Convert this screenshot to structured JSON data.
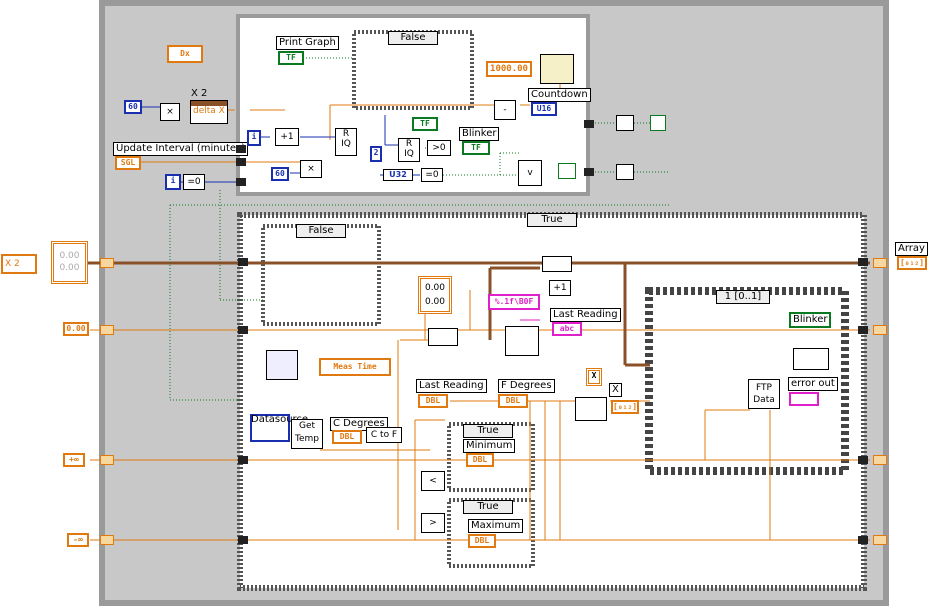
{
  "colors": {
    "frame_gray": "#9a9a9a",
    "wire_orange": "#e07a10",
    "wire_blue": "#1a2fb0",
    "wire_green": "#0a7a20",
    "wire_pink": "#e020c8",
    "wire_brown": "#8a5028"
  },
  "labels": {
    "dx": "Dx",
    "sixty": "60",
    "x2": "X 2",
    "delta_x": "delta X",
    "update_interval": "Update Interval (minutes)",
    "sgl": "SGL",
    "i": "i",
    "x2_ctrl": "X 2",
    "val_0": "0.00",
    "val_pinf": "+∞",
    "val_ninf": "-∞",
    "print_graph": "Print Graph",
    "tf": "TF",
    "false1": "False",
    "false2": "False",
    "true1": "True",
    "true_min": "True",
    "true_max": "True",
    "ms1000": "1000.00",
    "countdown": "Countdown",
    "u16": "U16",
    "blinker": "Blinker",
    "blinker2": "Blinker",
    "u32": "U32",
    "two": "2",
    "array": "Array",
    "arr_ind": "[₀₁₂]",
    "meas_time": "Meas Time",
    "fmt": "%.1f\\B0F",
    "last_reading": "Last Reading",
    "abc": "abc",
    "last_reading2": "Last Reading",
    "dbl": "DBL",
    "f_degrees": "F Degrees",
    "c_degrees": "C Degrees",
    "c_to_f": "C to F",
    "datasource": "Datasource",
    "get_temp": "Get\nTemp",
    "minimum": "Minimum",
    "maximum": "Maximum",
    "x_lbl": "X",
    "x_lbl2": "X",
    "seq": "1 [0..1]",
    "ftp_data": "FTP\nData",
    "error_out": "error out",
    "zero_a": "0.00",
    "zero_b": "0.00",
    "zero_c": "0.00",
    "zero_d": "0.00",
    "r": "R",
    "iq": "IQ",
    "plus1": "+1",
    "plus1b": "+1",
    "less": "<",
    "greater": ">",
    "eq0": "=0",
    "gt0": ">0",
    "eq0b": "=0",
    "minus": "-",
    "times": "×",
    "times2": "×",
    "v": "v"
  }
}
